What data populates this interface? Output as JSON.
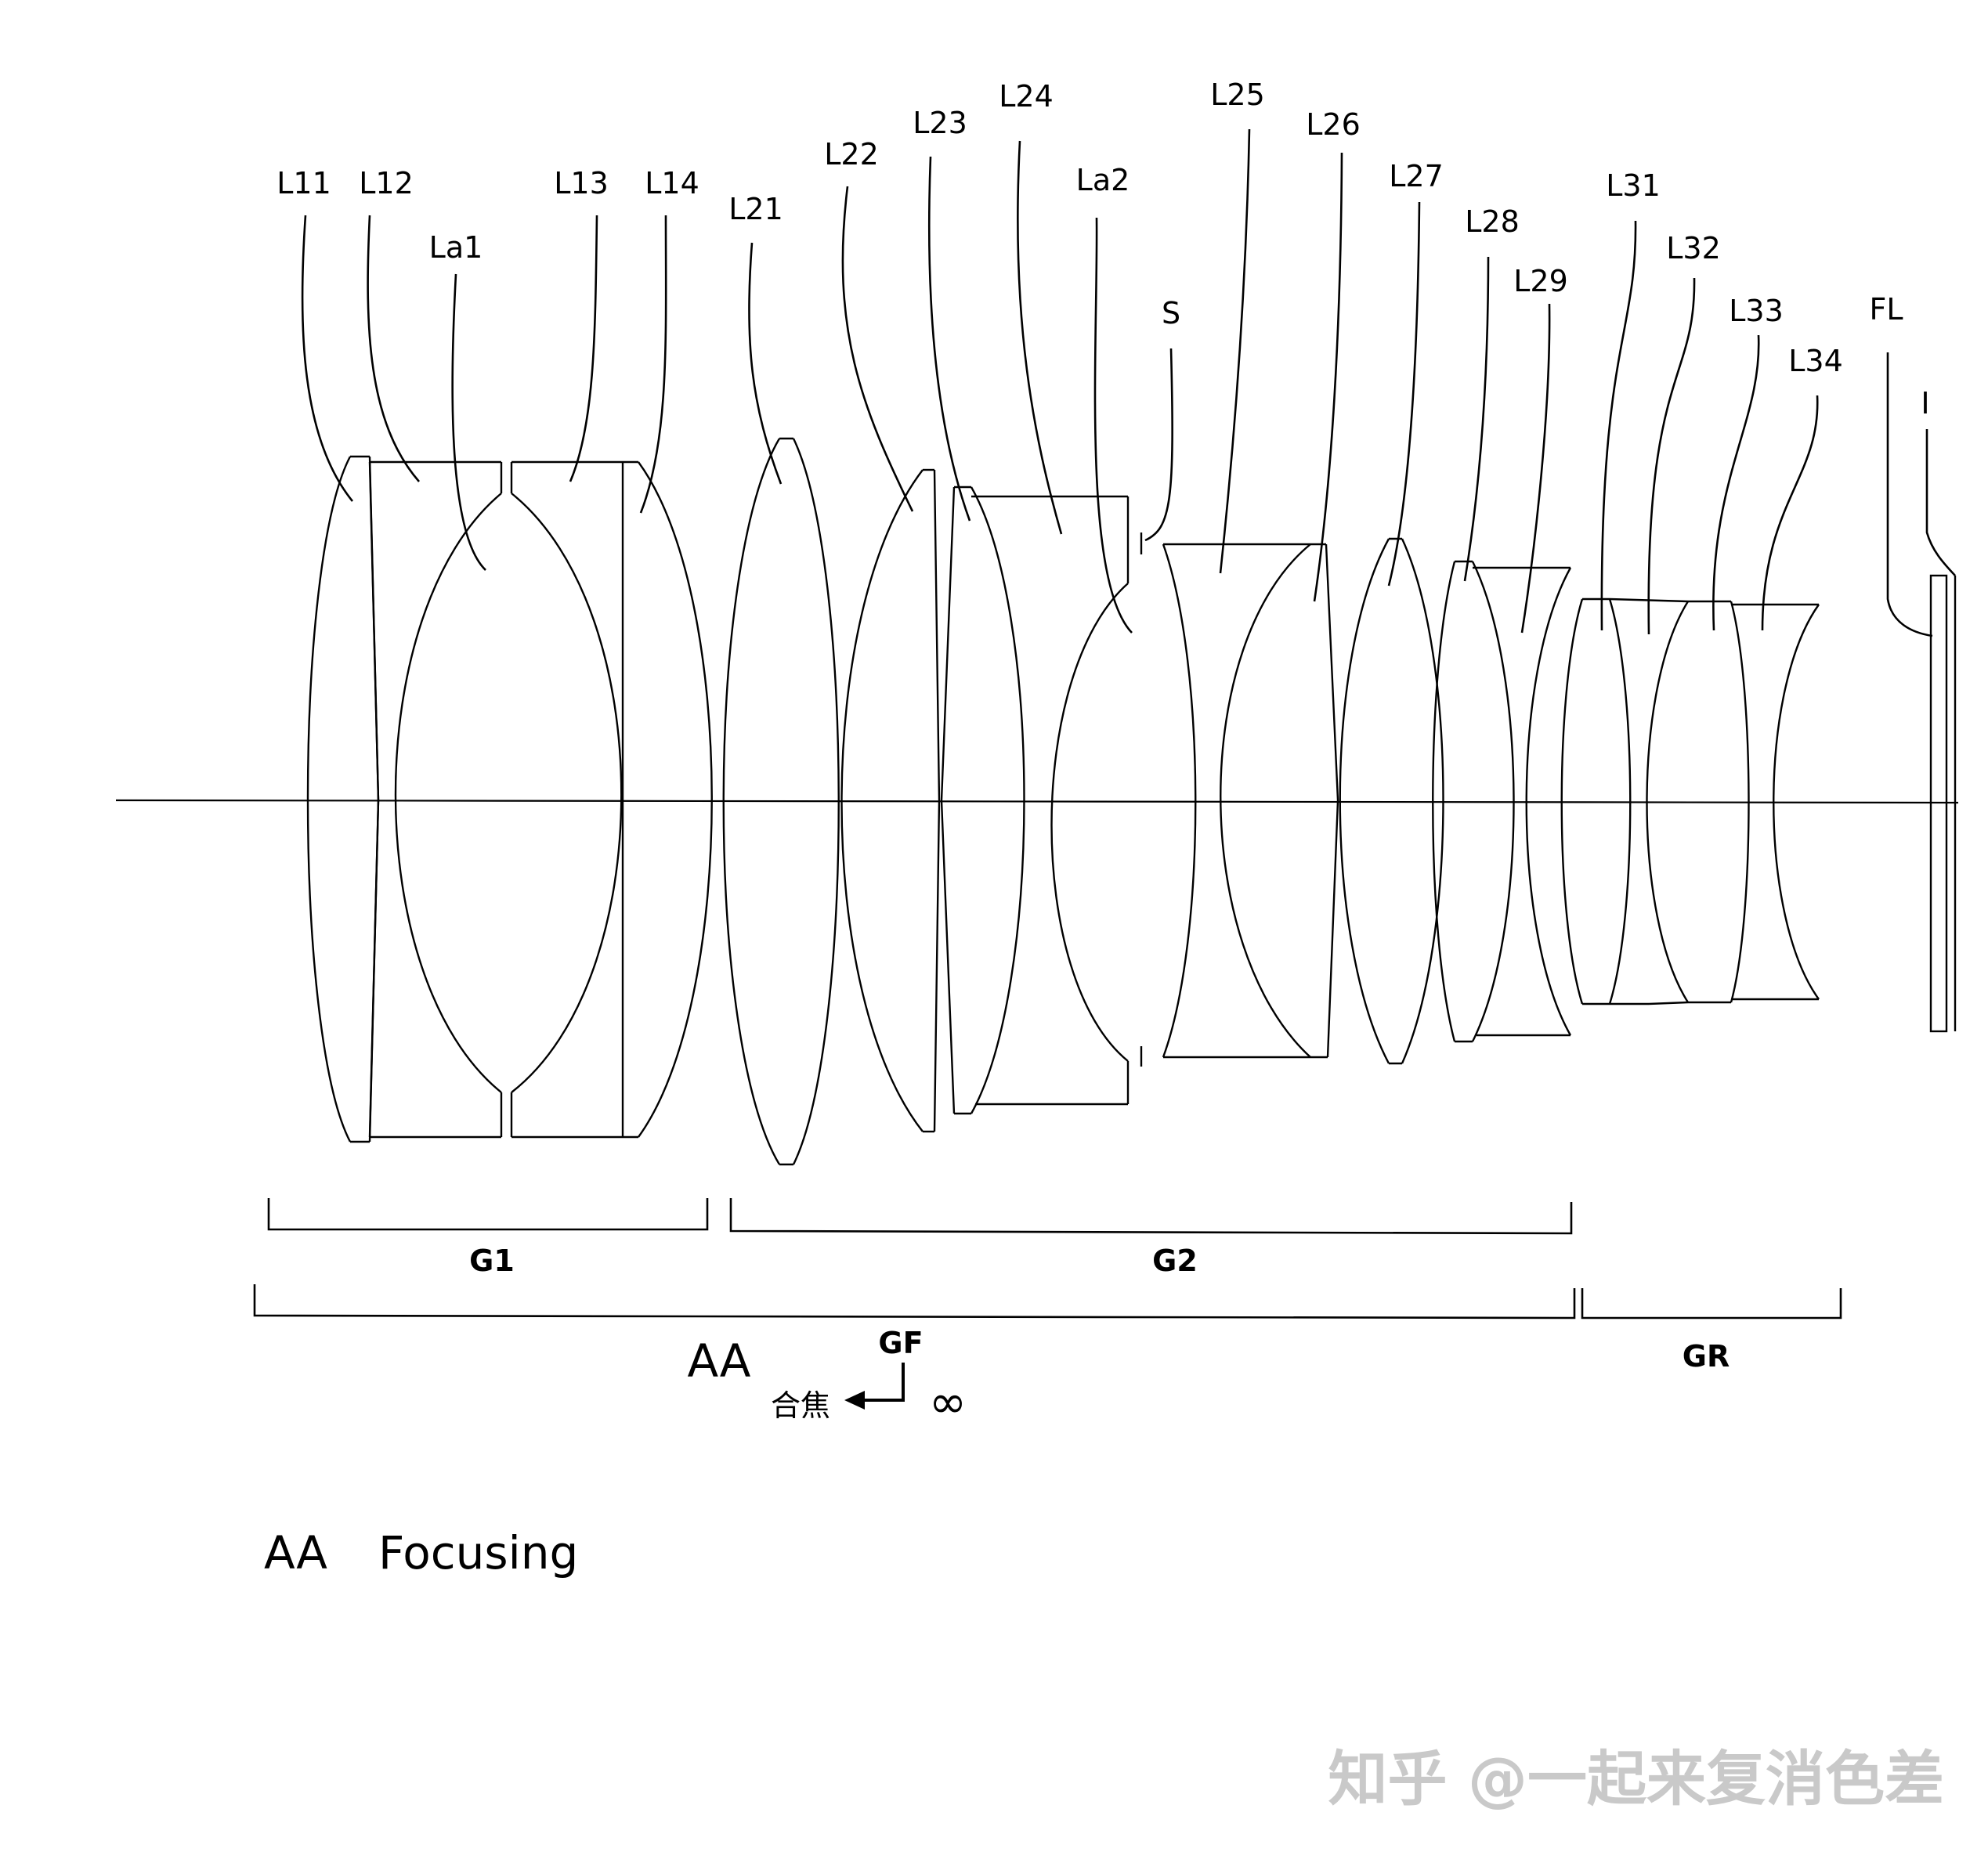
{
  "lens_labels": {
    "L11": "L11",
    "L12": "L12",
    "La1": "La1",
    "L13": "L13",
    "L14": "L14",
    "L21": "L21",
    "L22": "L22",
    "L23": "L23",
    "L24": "L24",
    "La2": "La2",
    "S": "S",
    "L25": "L25",
    "L26": "L26",
    "L27": "L27",
    "L28": "L28",
    "L29": "L29",
    "L31": "L31",
    "L32": "L32",
    "L33": "L33",
    "L34": "L34",
    "FL": "FL",
    "I": "I"
  },
  "groups": {
    "G1": "G1",
    "G2": "G2",
    "GR": "GR",
    "GF": "GF"
  },
  "focus": {
    "direction_label": "合焦",
    "infinity_symbol": "∞",
    "block_label": "AA"
  },
  "caption": {
    "key": "AA",
    "text": "Focusing"
  },
  "watermark": "知乎 @一起来复消色差"
}
